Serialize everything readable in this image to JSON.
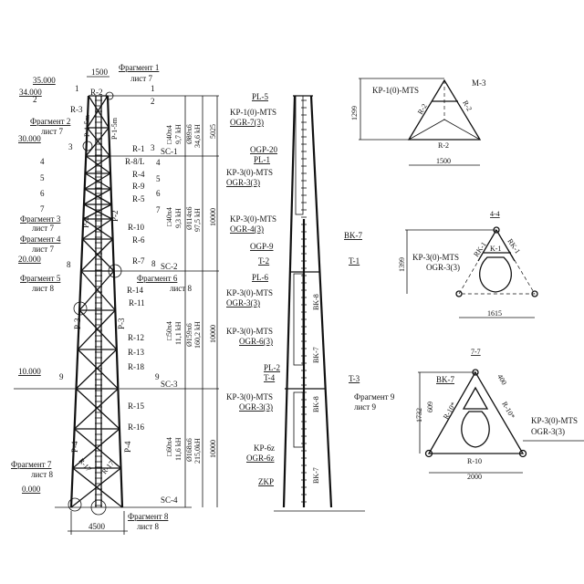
{
  "left_elevation": {
    "elevations": [
      "35.000",
      "34.000",
      "30.000",
      "20.000",
      "10.000",
      "0.000"
    ],
    "top_width": "1500",
    "base_width": "4500",
    "fragments": [
      {
        "name": "Фрагмент 1",
        "sheet": "лист 7"
      },
      {
        "name": "Фрагмент 2",
        "sheet": "лист 7"
      },
      {
        "name": "Фрагмент 3",
        "sheet": "лист 7"
      },
      {
        "name": "Фрагмент 4",
        "sheet": "лист 7"
      },
      {
        "name": "Фрагмент 5",
        "sheet": "лист 8"
      },
      {
        "name": "Фрагмент 6",
        "sheet": "лист 8"
      },
      {
        "name": "Фрагмент 7",
        "sheet": "лист 8"
      },
      {
        "name": "Фрагмент 8",
        "sheet": "лист 8"
      }
    ],
    "members": [
      "R-2",
      "R-3",
      "P-1-5m",
      "P-1-5m",
      "R-1",
      "R-8/L",
      "R-4",
      "R-9",
      "R-5",
      "P-2",
      "P-2",
      "R-10",
      "R-6",
      "R-7",
      "R-14",
      "R-11",
      "P-3",
      "P-3",
      "R-12",
      "R-13",
      "R-18",
      "R-15",
      "R-16",
      "P-4",
      "P-4",
      "R-17",
      "R-17"
    ],
    "section_marks": [
      "1",
      "2",
      "3",
      "4",
      "5",
      "6",
      "7",
      "8",
      "9"
    ],
    "sections": [
      "SC-1",
      "SC-2",
      "SC-3",
      "SC-4"
    ],
    "segments": [
      {
        "lattice": "□40x4",
        "lattice_force": "9,7 kH",
        "leg": "Ø89x6",
        "leg_force": "34,6 kH",
        "height": "5025"
      },
      {
        "lattice": "□40x4",
        "lattice_force": "9,3 kH",
        "leg": "Ø114x6",
        "leg_force": "97,5 kH",
        "height": "10000"
      },
      {
        "lattice": "□50x4",
        "lattice_force": "11,1 kH",
        "leg": "Ø159x6",
        "leg_force": "160,2 kH",
        "height": "10000"
      },
      {
        "lattice": "□60x4",
        "lattice_force": "11,6 kH",
        "leg": "Ø168x6",
        "leg_force": "215,0kH",
        "height": "10000"
      }
    ]
  },
  "side_elevation": {
    "labels": [
      "PL-5",
      "KP-1(0)-MTS",
      "OGR-7(3)",
      "OGP-20",
      "PL-1",
      "KP-3(0)-MTS",
      "OGR-3(3)",
      "KP-3(0)-MTS",
      "OGR-4(3)",
      "OGP-9",
      "T-2",
      "PL-6",
      "BK-7",
      "T-1",
      "KP-3(0)-MTS",
      "OGR-3(3)",
      "KP-3(0)-MTS",
      "OGR-6(3)",
      "PL-2",
      "T-4",
      "T-3",
      "Фрагмент 9",
      "лист 9",
      "KP-3(0)-MTS",
      "OGR-3(3)",
      "KP-6z",
      "OGR-6z",
      "ZKP",
      "BK-8",
      "BK-7",
      "BK-8",
      "BK-7"
    ]
  },
  "plan_top": {
    "label": "KP-1(0)-MTS",
    "mark": "M-3",
    "member_left": "R-2",
    "member_right": "R-2",
    "member_bottom": "R-2",
    "height": "1299",
    "width": "1500"
  },
  "plan_4_4": {
    "title": "4-4",
    "member_left": "RK-1",
    "member_right": "RK-1",
    "member_top": "K-1",
    "label1": "KP-3(0)-MTS",
    "label2": "OGR-3(3)",
    "height": "1399",
    "width": "1615"
  },
  "plan_7_7": {
    "title": "7-7",
    "ladder": "BK-7",
    "offset": "400",
    "member_left": "R-10*",
    "member_right": "R-10*",
    "member_bottom": "R-10",
    "inner_height": "609",
    "height": "1732",
    "label1": "KP-3(0)-MTS",
    "label2": "OGR-3(3)",
    "width": "2000"
  }
}
